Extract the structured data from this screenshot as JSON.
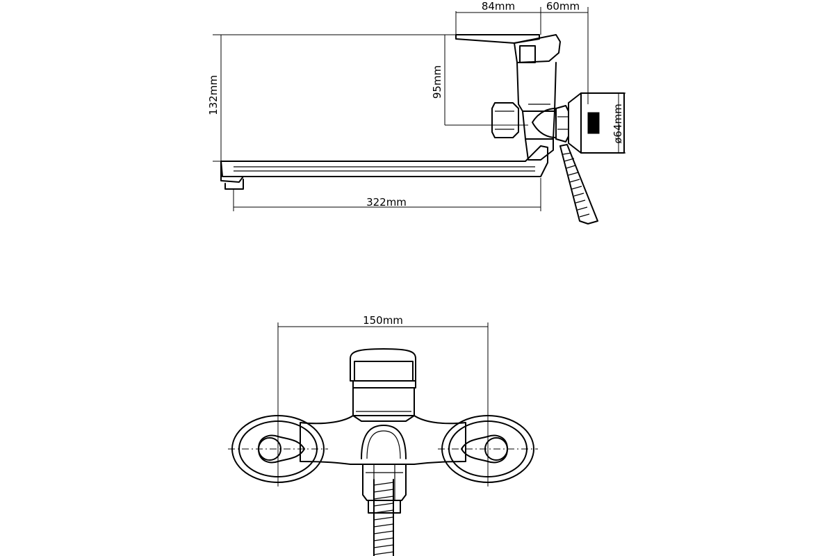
{
  "side_view": {
    "dims": {
      "top_84": "84mm",
      "top_60": "60mm",
      "height_132": "132mm",
      "height_95": "95mm",
      "diameter_64": "ø64mm",
      "length_322": "322mm"
    }
  },
  "front_view": {
    "dims": {
      "width_150": "150mm"
    }
  }
}
